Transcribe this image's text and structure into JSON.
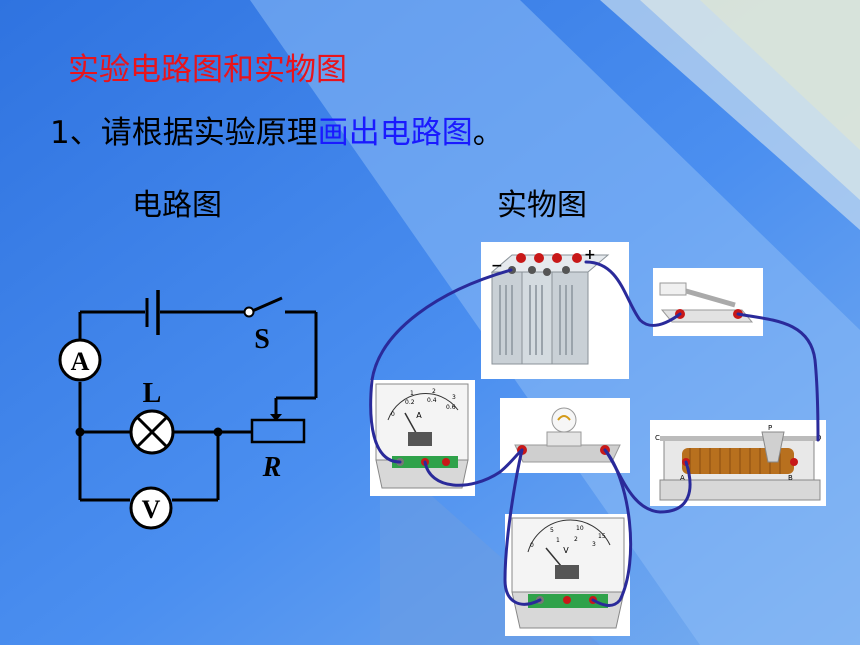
{
  "slide": {
    "title": "实验电路图和实物图",
    "instruction_prefix": "1、请根据实验原理",
    "instruction_highlight": "画出电路图",
    "instruction_suffix": "。",
    "label_circuit": "电路图",
    "label_physical": "实物图"
  },
  "circuit": {
    "ammeter": "A",
    "lamp": "L",
    "switch": "S",
    "voltmeter": "V",
    "rheostat": "R"
  },
  "apparatus": {
    "battery_minus": "−",
    "battery_plus": "+",
    "rheostat_c": "C",
    "rheostat_d": "D",
    "rheostat_p": "P",
    "rheostat_a": "A",
    "rheostat_b": "B",
    "ammeter_unit": "A",
    "ammeter_scale": [
      "0",
      "0.2",
      "0.4",
      "0.6"
    ],
    "ammeter_scale_top": [
      "1",
      "2",
      "3"
    ],
    "voltmeter_unit": "V",
    "voltmeter_scale": [
      "0",
      "5",
      "10",
      "15"
    ],
    "voltmeter_scale_inner": [
      "1",
      "2",
      "3"
    ]
  },
  "colors": {
    "title": "#e8141c",
    "highlight": "#1a1aff",
    "wire_physical": "#2a2a9a",
    "terminal_red": "#c81818",
    "rheostat_coil": "#b8701e"
  }
}
